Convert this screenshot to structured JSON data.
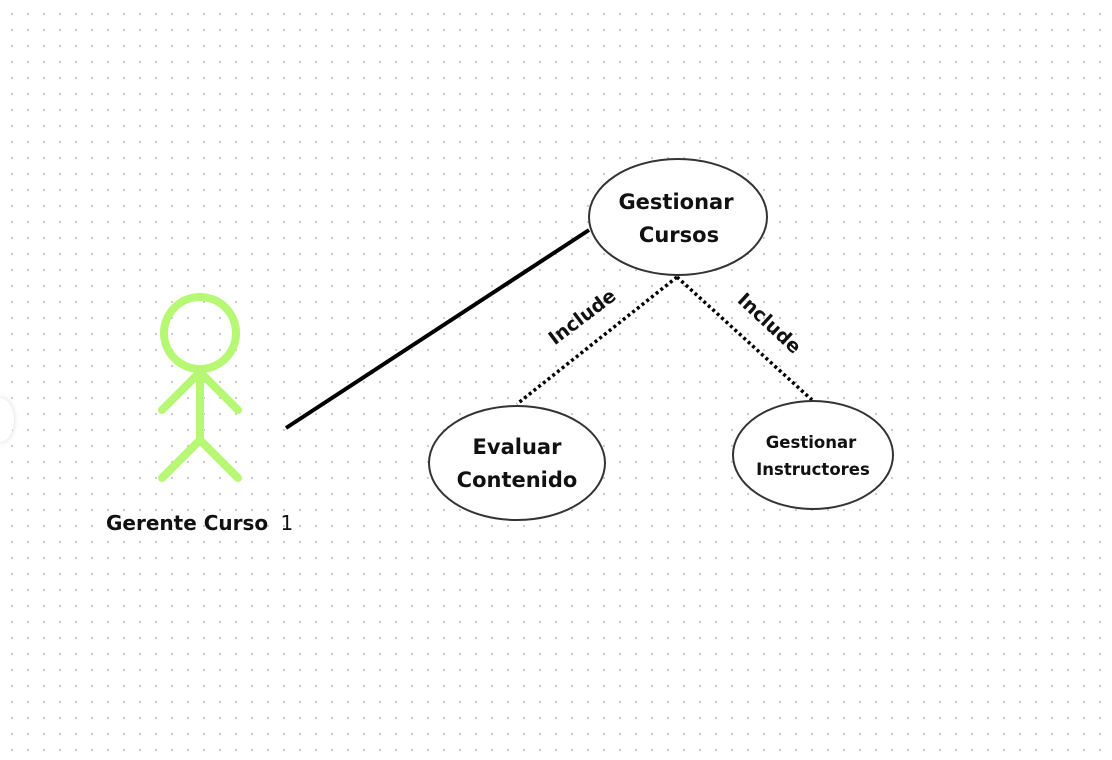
{
  "actor": {
    "label": "Gerente Curso",
    "suffix": "1",
    "color": "#b6f774"
  },
  "use_cases": {
    "gestionar_cursos": {
      "line1": "Gestionar",
      "line2": "Cursos"
    },
    "evaluar_contenido": {
      "line1": "Evaluar",
      "line2": "Contenido"
    },
    "gestionar_instructores": {
      "line1": "Gestionar",
      "line2": "Instructores"
    }
  },
  "relations": {
    "include_left": "Include",
    "include_right": "Include"
  }
}
